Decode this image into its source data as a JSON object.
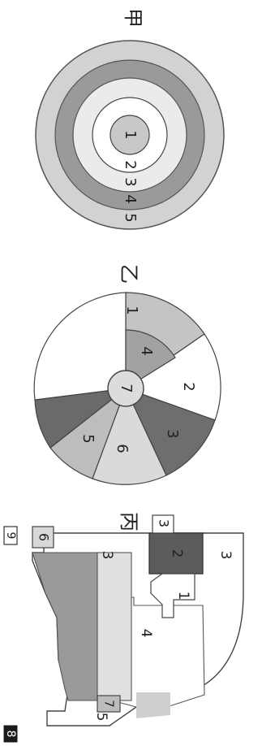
{
  "diagram_jia": {
    "title": "甲",
    "labels": [
      "1",
      "2",
      "3",
      "4",
      "5"
    ]
  },
  "diagram_yi": {
    "title": "乙",
    "labels": [
      "1",
      "2",
      "3",
      "4",
      "5",
      "6",
      "7"
    ]
  },
  "diagram_bing": {
    "title": "丙",
    "labels": [
      "1",
      "2",
      "3",
      "3",
      "3",
      "4",
      "5",
      "6",
      "7"
    ]
  },
  "corner_tags": [
    "9",
    "8"
  ]
}
